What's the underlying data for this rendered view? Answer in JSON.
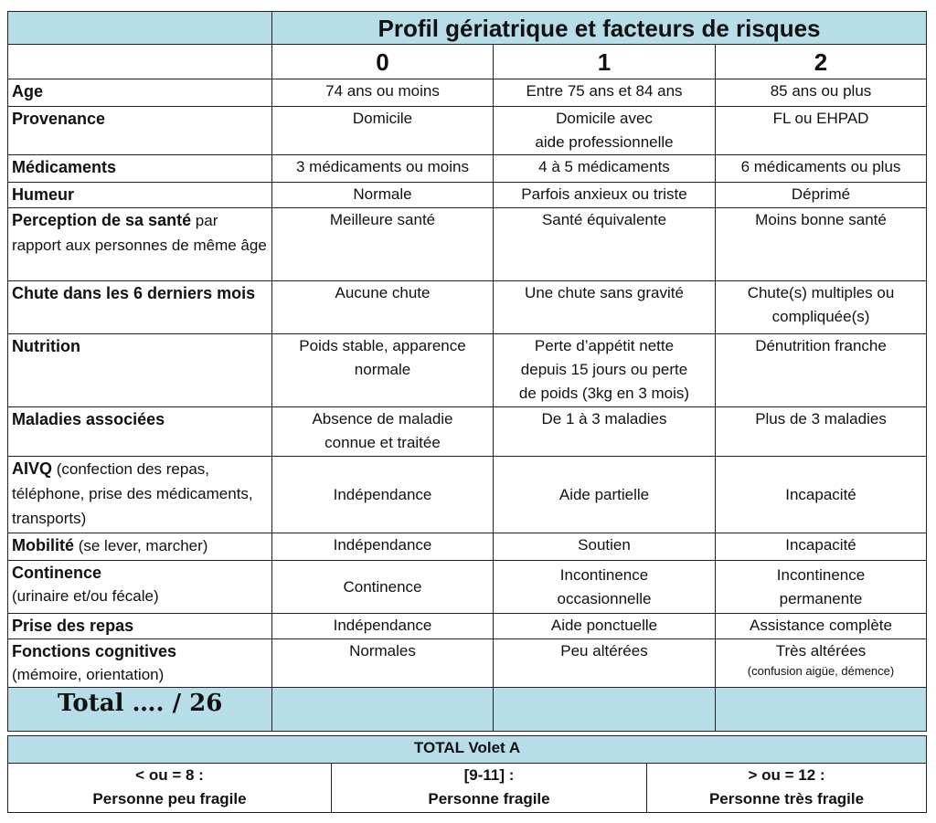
{
  "table": {
    "title": "Profil gériatrique et facteurs de risques",
    "columns": [
      "0",
      "1",
      "2"
    ],
    "rows": [
      {
        "label": "Age",
        "label_sub": "",
        "values": [
          [
            "74 ans ou moins"
          ],
          [
            "Entre 75 ans et 84 ans"
          ],
          [
            "85 ans ou plus"
          ]
        ]
      },
      {
        "label": "Provenance",
        "label_sub": "",
        "values": [
          [
            "Domicile"
          ],
          [
            "Domicile avec",
            "aide professionnelle"
          ],
          [
            "FL ou EHPAD"
          ]
        ]
      },
      {
        "label": "Médicaments",
        "label_sub": "",
        "values": [
          [
            "3 médicaments ou moins"
          ],
          [
            "4 à 5 médicaments"
          ],
          [
            "6 médicaments ou plus"
          ]
        ]
      },
      {
        "label": "Humeur",
        "label_sub": "",
        "values": [
          [
            "Normale"
          ],
          [
            "Parfois anxieux ou triste"
          ],
          [
            "Déprimé"
          ]
        ]
      },
      {
        "label": "Perception de sa santé",
        "label_sub": " par rapport aux personnes de même âge",
        "values": [
          [
            "Meilleure santé"
          ],
          [
            "Santé équivalente"
          ],
          [
            "Moins bonne santé"
          ]
        ]
      },
      {
        "label": "Chute dans les 6 derniers mois",
        "label_sub": "",
        "values": [
          [
            "Aucune chute"
          ],
          [
            "Une chute sans gravité"
          ],
          [
            "Chute(s) multiples ou",
            "compliquée(s)"
          ]
        ]
      },
      {
        "label": "Nutrition",
        "label_sub": "",
        "values": [
          [
            "Poids stable, apparence",
            "normale"
          ],
          [
            "Perte d’appétit nette",
            "depuis 15 jours ou perte",
            "de poids (3kg en 3 mois)"
          ],
          [
            "Dénutrition franche"
          ]
        ]
      },
      {
        "label": "Maladies associées",
        "label_sub": "",
        "values": [
          [
            "Absence de maladie",
            "connue et traitée"
          ],
          [
            "De 1 à 3 maladies"
          ],
          [
            "Plus de 3 maladies"
          ]
        ]
      },
      {
        "label": "AIVQ",
        "label_sub": " (confection des repas, téléphone, prise des médicaments, transports)",
        "values": [
          [
            "Indépendance"
          ],
          [
            "Aide partielle"
          ],
          [
            "Incapacité"
          ]
        ]
      },
      {
        "label": "Mobilité",
        "label_sub": " (se lever, marcher)",
        "values": [
          [
            "Indépendance"
          ],
          [
            "Soutien"
          ],
          [
            "Incapacité"
          ]
        ]
      },
      {
        "label": "Continence",
        "label_sub": "(urinaire et/ou fécale)",
        "values": [
          [
            "Continence"
          ],
          [
            "Incontinence",
            "occasionnelle"
          ],
          [
            "Incontinence",
            "permanente"
          ]
        ]
      },
      {
        "label": "Prise des  repas",
        "label_sub": "",
        "values": [
          [
            "Indépendance"
          ],
          [
            "Aide ponctuelle"
          ],
          [
            "Assistance complète"
          ]
        ]
      },
      {
        "label": "Fonctions cognitives",
        "label_sub": "(mémoire, orientation)",
        "values": [
          [
            "Normales"
          ],
          [
            "Peu altérées"
          ],
          [
            "Très altérées"
          ]
        ],
        "note3": "(confusion aigüe, démence)"
      }
    ],
    "total_label": "Total …. / 26"
  },
  "volet": {
    "title": "TOTAL Volet A",
    "cells": [
      {
        "range": "< ou = 8 :",
        "desc": "Personne peu fragile"
      },
      {
        "range": "[9-11] :",
        "desc": "Personne fragile"
      },
      {
        "range": "> ou = 12 :",
        "desc": "Personne  très fragile"
      }
    ]
  },
  "colors": {
    "header_bg": "#b7dde8",
    "border": "#222222"
  }
}
